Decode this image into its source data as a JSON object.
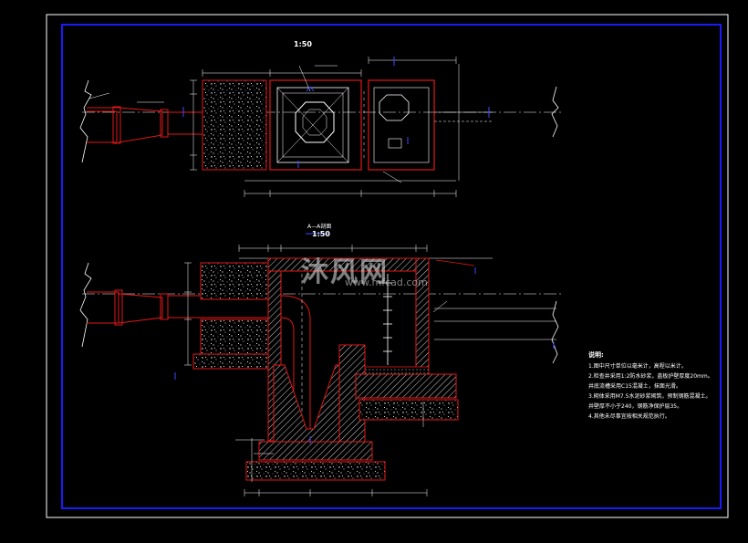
{
  "drawing": {
    "plan_scale": "1:50",
    "section_title": "A—A剖面",
    "section_scale": "1:50"
  },
  "notes": {
    "title": "说明:",
    "lines": [
      "1.图中尺寸单位以毫米计，高程以米计。",
      "2.检查井采用1:2防水砂浆，盖板护壁厚度20mm。",
      "  井底流槽采用C15混凝土，抹面光滑。",
      "3.砌体采用M7.5水泥砂浆砌筑，预制钢筋混凝土。",
      "  井壁厚不小于240，钢筋净保护层35。",
      "4.其他未尽事宜按相关规范执行。"
    ]
  },
  "watermark": {
    "logo_text": "沐风网",
    "url_text": "www.mfcad.com"
  },
  "colors": {
    "background": "#000000",
    "line": "#ffffff",
    "outline_red": "#e01818",
    "frame_blue": "#1a1aff",
    "accent_blue": "#3a4dff"
  }
}
